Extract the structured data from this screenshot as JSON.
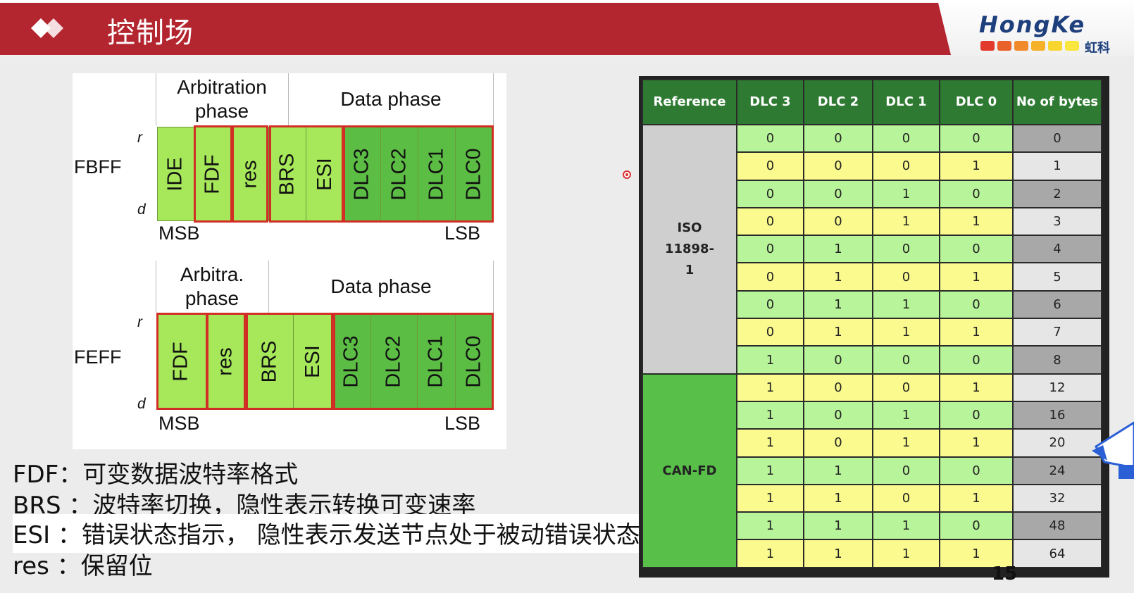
{
  "header": {
    "title": "控制场",
    "brand_name": "HongKe",
    "brand_sub": "虹科",
    "brand_dot_colors": [
      "#e23b2e",
      "#e9612b",
      "#f08a2a",
      "#f6b12b",
      "#f9d52f",
      "#f9e73f"
    ],
    "bar_color": "#b4262f"
  },
  "diagram": {
    "fbff": {
      "label": "FBFF",
      "arb_header": "Arbitration phase",
      "data_header": "Data phase",
      "r": "r",
      "d": "d",
      "msb": "MSB",
      "lsb": "LSB",
      "bits": [
        "IDE",
        "FDF",
        "res",
        "BRS",
        "ESI",
        "DLC3",
        "DLC2",
        "DLC1",
        "DLC0"
      ]
    },
    "feff": {
      "label": "FEFF",
      "arb_header": "Arbitra. phase",
      "data_header": "Data phase",
      "r": "r",
      "d": "d",
      "msb": "MSB",
      "lsb": "LSB",
      "bits": [
        "FDF",
        "res",
        "BRS",
        "ESI",
        "DLC3",
        "DLC2",
        "DLC1",
        "DLC0"
      ]
    }
  },
  "legend": [
    "FDF：可变数据波特率格式",
    "BRS ：波特率切换，隐性表示转换可变速率",
    "ESI ：错误状态指示， 隐性表示发送节点处于被动错误状态",
    "res ：保留位"
  ],
  "table": {
    "headers": [
      "Reference",
      "DLC 3",
      "DLC 2",
      "DLC 1",
      "DLC 0",
      "No of bytes"
    ],
    "groups": [
      {
        "name": "ISO 11898-1",
        "rows": 9
      },
      {
        "name": "CAN-FD",
        "rows": 7
      }
    ],
    "rows": [
      [
        "0",
        "0",
        "0",
        "0",
        "0"
      ],
      [
        "0",
        "0",
        "0",
        "1",
        "1"
      ],
      [
        "0",
        "0",
        "1",
        "0",
        "2"
      ],
      [
        "0",
        "0",
        "1",
        "1",
        "3"
      ],
      [
        "0",
        "1",
        "0",
        "0",
        "4"
      ],
      [
        "0",
        "1",
        "0",
        "1",
        "5"
      ],
      [
        "0",
        "1",
        "1",
        "0",
        "6"
      ],
      [
        "0",
        "1",
        "1",
        "1",
        "7"
      ],
      [
        "1",
        "0",
        "0",
        "0",
        "8"
      ],
      [
        "1",
        "0",
        "0",
        "1",
        "12"
      ],
      [
        "1",
        "0",
        "1",
        "0",
        "16"
      ],
      [
        "1",
        "0",
        "1",
        "1",
        "20"
      ],
      [
        "1",
        "1",
        "0",
        "0",
        "24"
      ],
      [
        "1",
        "1",
        "0",
        "1",
        "32"
      ],
      [
        "1",
        "1",
        "1",
        "0",
        "48"
      ],
      [
        "1",
        "1",
        "1",
        "1",
        "64"
      ]
    ]
  },
  "page_number": "15"
}
